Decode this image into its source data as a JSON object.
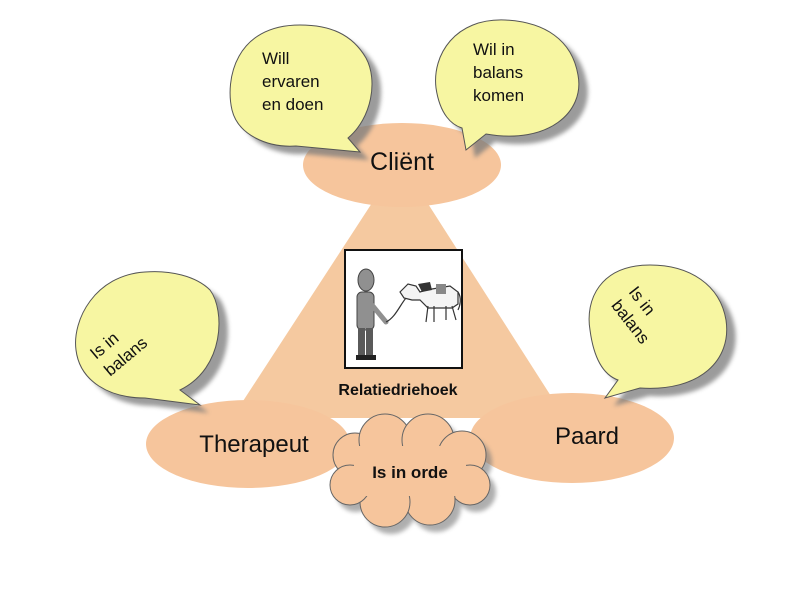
{
  "nodes": {
    "client": "Cliënt",
    "therapist": "Therapeut",
    "horse": "Paard"
  },
  "center_label": "Relatiedriehoek",
  "cloud_label": "Is in orde",
  "bubbles": {
    "client_left": [
      "Will",
      "ervaren",
      "en doen"
    ],
    "client_right": [
      "Wil in",
      "balans",
      "komen"
    ],
    "therapist": [
      "Is in",
      "balans"
    ],
    "horse": [
      "Is in",
      "balans"
    ]
  },
  "colors": {
    "triangle": "#f5c9a0",
    "ellipse": "#f6c59c",
    "bubble": "#f7f6a2",
    "shadow": "#7a7a7a"
  },
  "image": {
    "icon": "person-leading-horse-icon"
  }
}
